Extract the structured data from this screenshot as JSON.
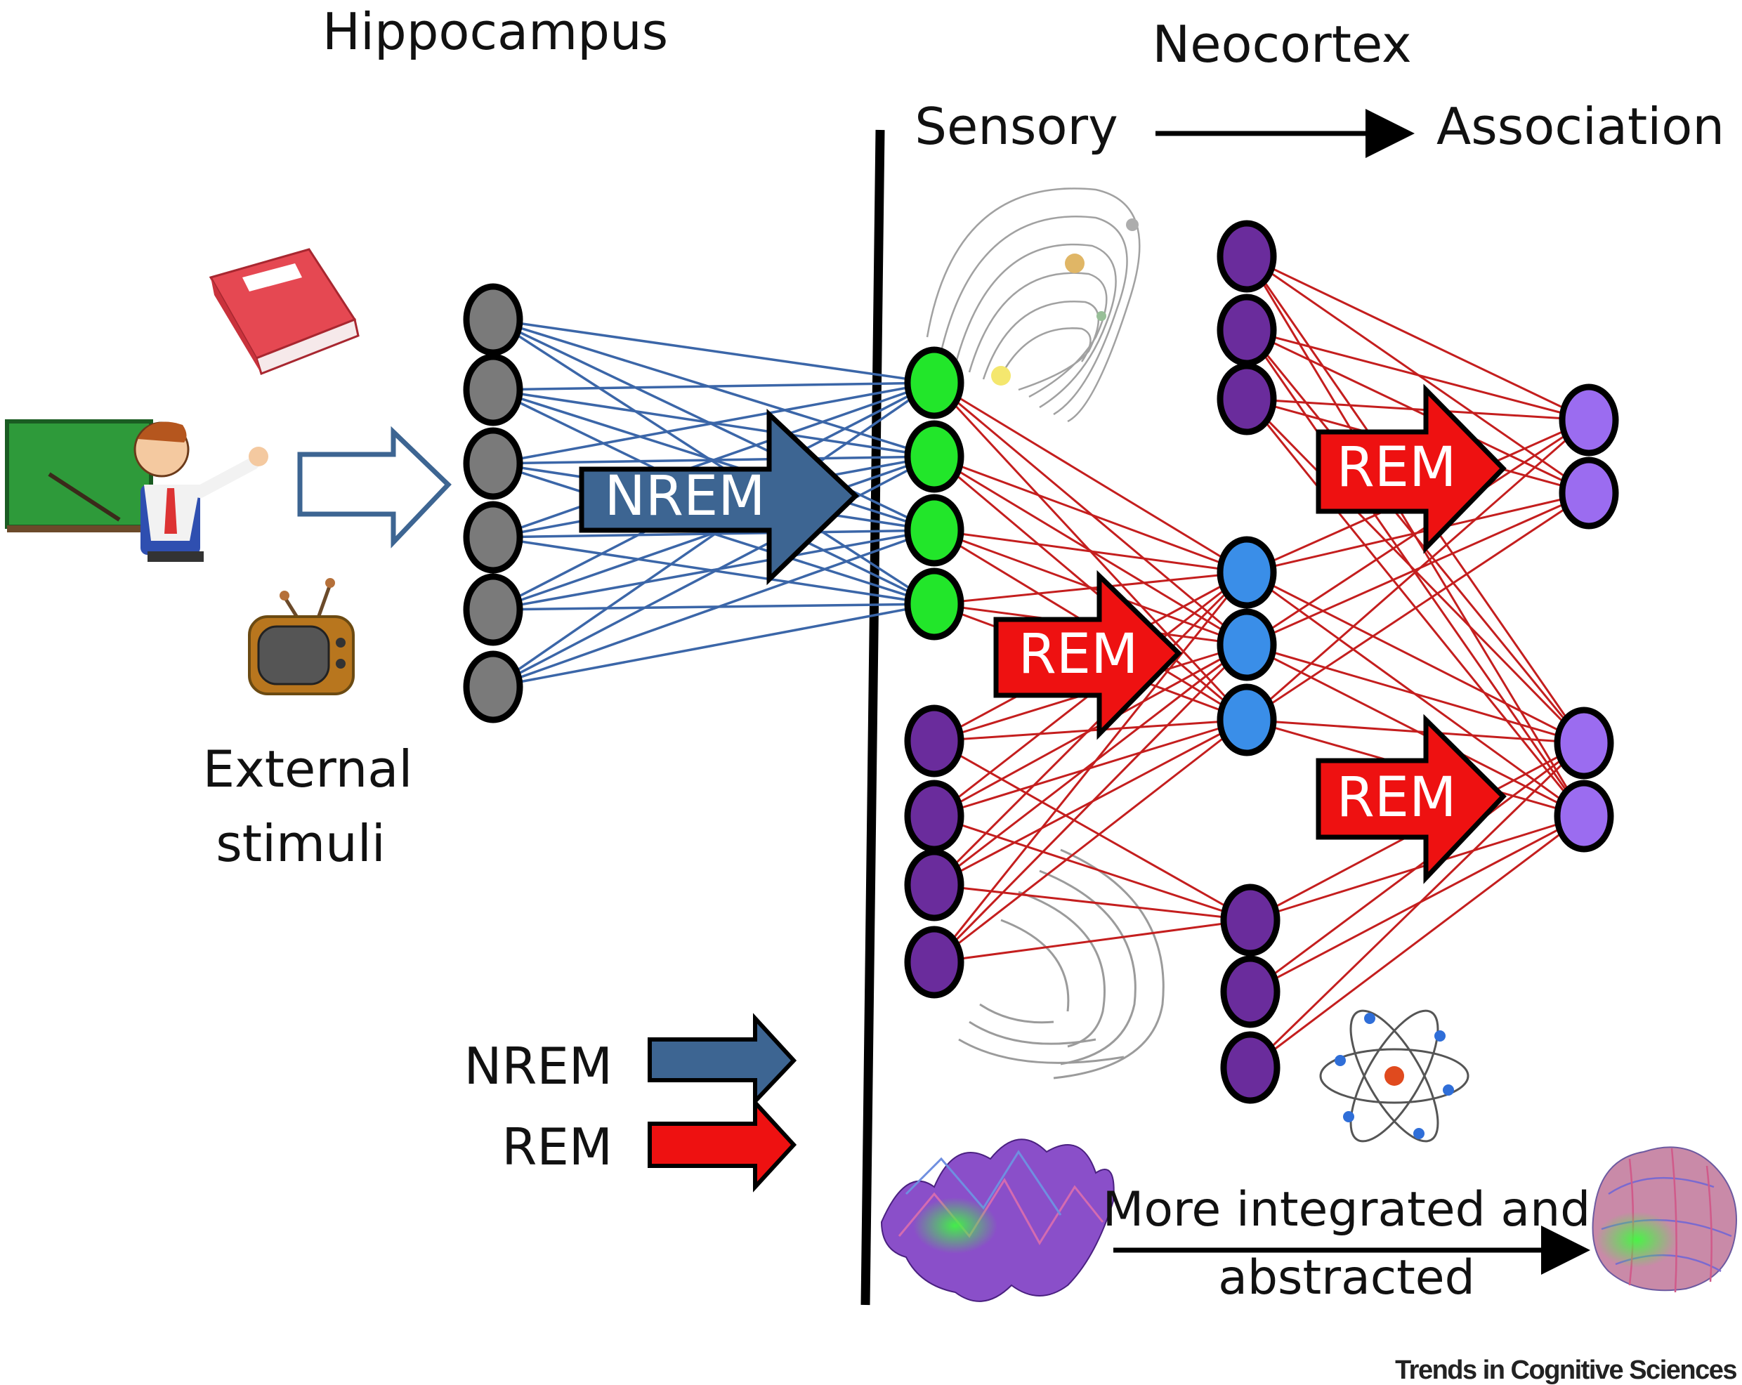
{
  "labels": {
    "hippocampus": "Hippocampus",
    "neocortex": "Neocortex",
    "sensory": "Sensory",
    "association": "Association",
    "external_line1": "External",
    "external_line2": "stimuli",
    "nrem_arrow": "NREM",
    "rem_arrow": "REM",
    "legend_nrem": "NREM",
    "legend_rem": "REM",
    "integrated_line1": "More integrated and",
    "integrated_line2": "abstracted",
    "credit": "Trends in Cognitive Sciences"
  },
  "colors": {
    "hippocampus_node": "#7a7a7a",
    "sensory_green": "#22e62a",
    "sensory_purple": "#6a2c9c",
    "middle_purple": "#6a2c9c",
    "middle_blue": "#3a8ee8",
    "association_purple": "#9b6cf0",
    "nrem_link": "#3b66a8",
    "rem_link": "#c41e1e",
    "nrem_arrow": "#3d6592",
    "rem_arrow": "#ee1111"
  },
  "icons": [
    "book-icon",
    "teacher-icon",
    "tv-icon",
    "solar-system-icon",
    "wave-icon",
    "atom-icon",
    "landscape-icon",
    "blob-icon"
  ]
}
